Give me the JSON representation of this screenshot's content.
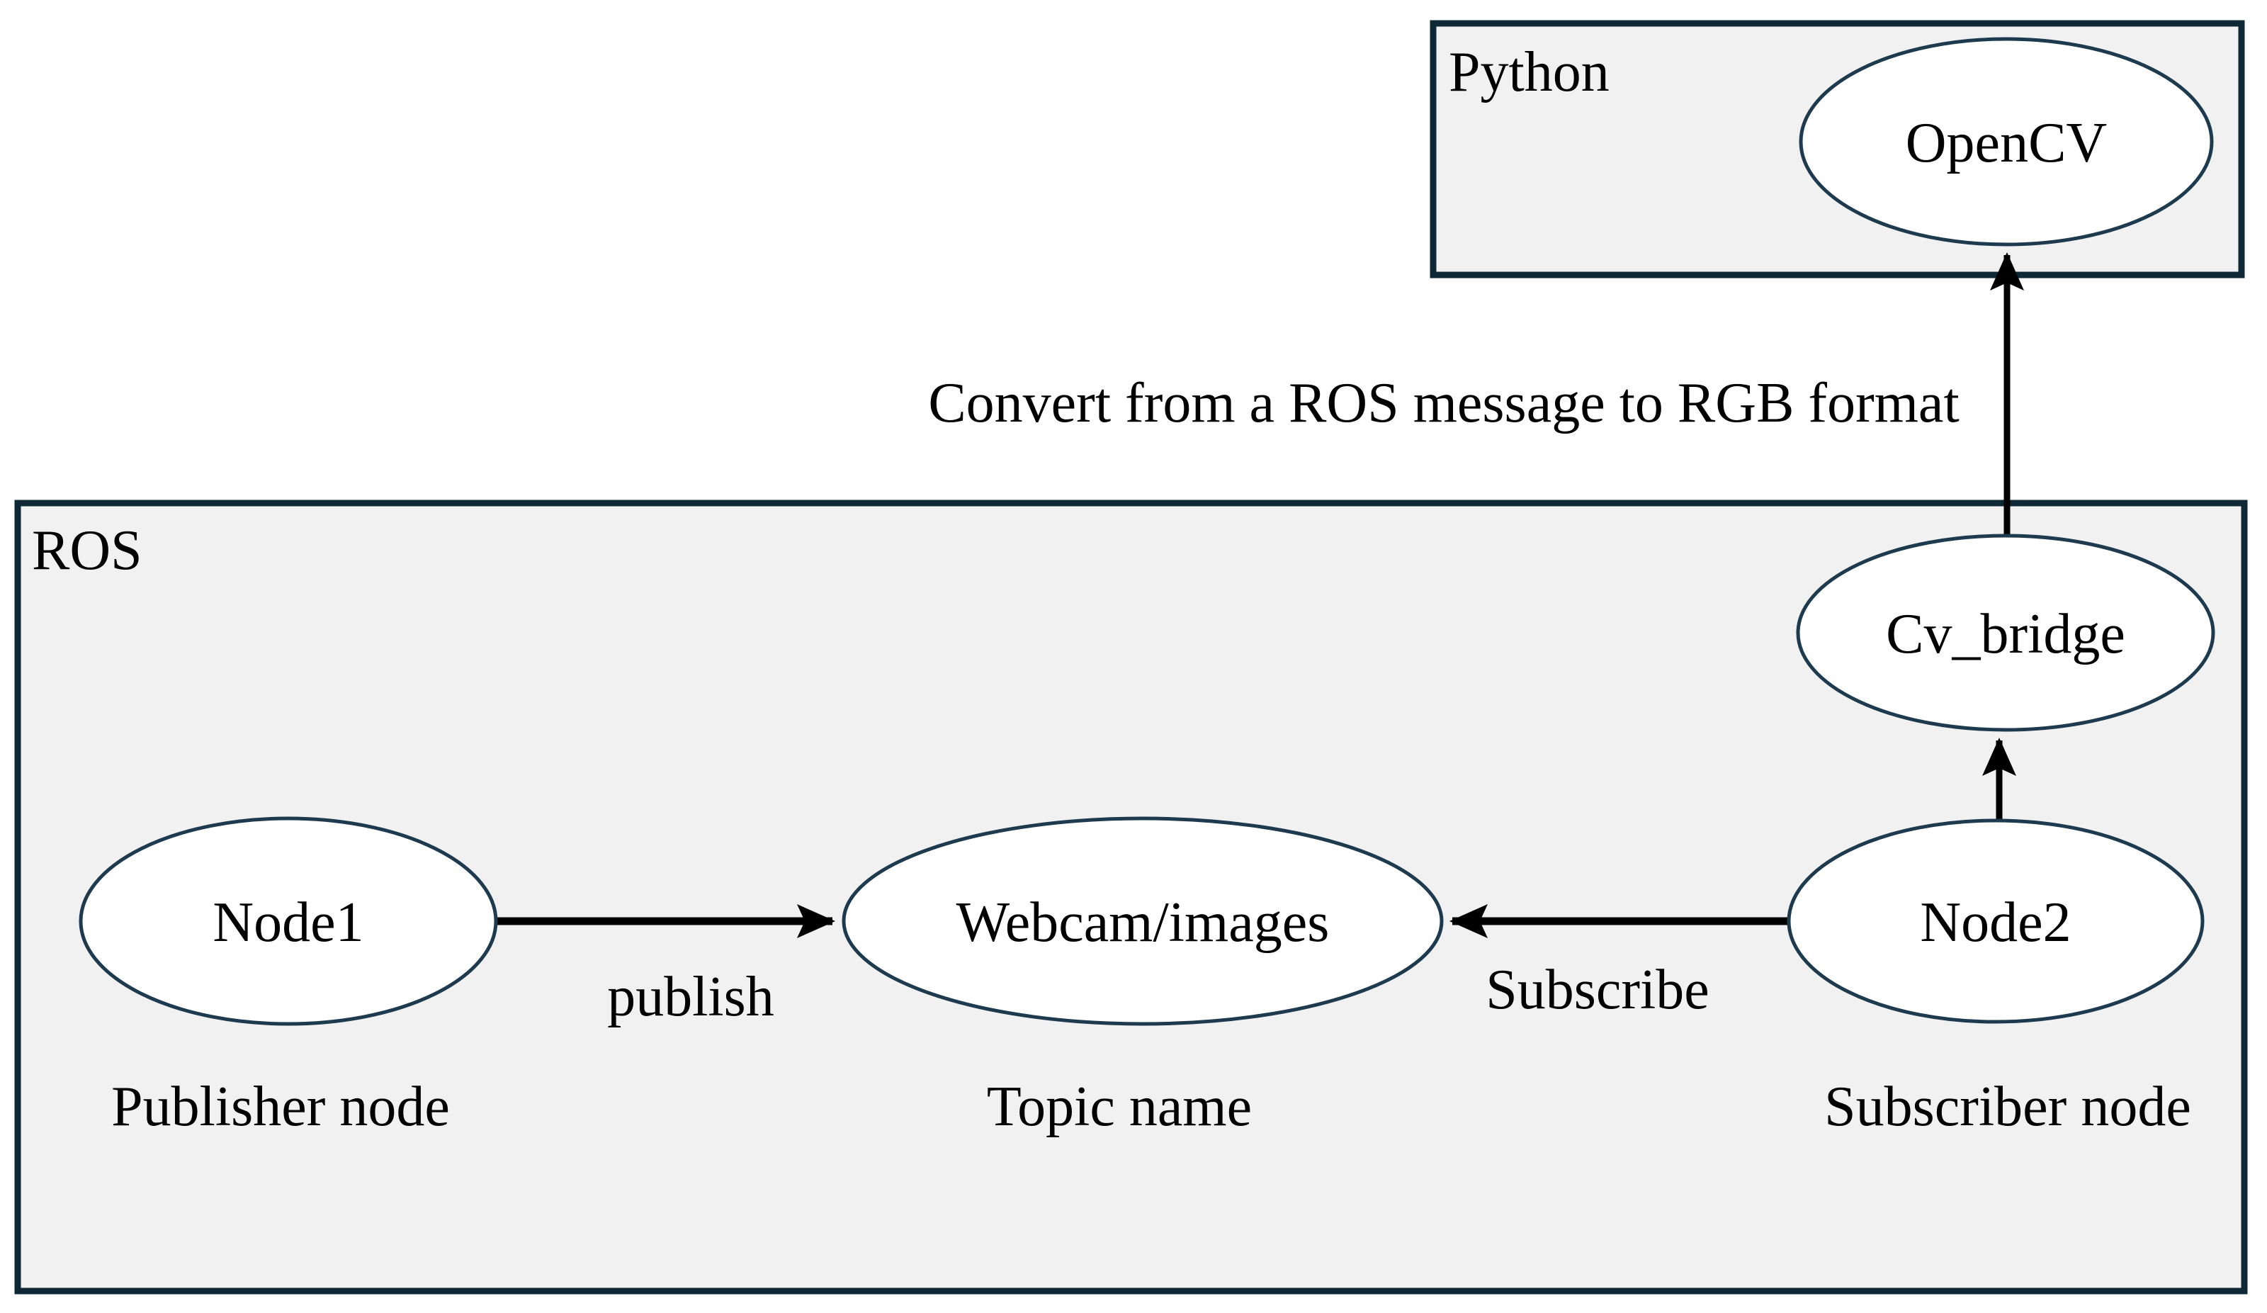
{
  "colors": {
    "background": "#ffffff",
    "box_fill": "#f1f1f1",
    "box_border": "#0e2836",
    "ellipse_fill": "#ffffff",
    "ellipse_border": "#1d3a4e",
    "arrow": "#000000",
    "text": "#000000"
  },
  "containers": {
    "python": {
      "label": "Python"
    },
    "ros": {
      "label": "ROS"
    }
  },
  "nodes": {
    "opencv": {
      "label": "OpenCV"
    },
    "cv_bridge": {
      "label": "Cv_bridge"
    },
    "node1": {
      "label": "Node1"
    },
    "webcam": {
      "label": "Webcam/images"
    },
    "node2": {
      "label": "Node2"
    }
  },
  "edges": {
    "publish": {
      "label": "publish"
    },
    "subscribe": {
      "label": "Subscribe"
    },
    "convert": {
      "label": "Convert from a ROS message to RGB format"
    }
  },
  "captions": {
    "publisher": "Publisher node",
    "topic": "Topic name",
    "subscriber": "Subscriber node"
  }
}
